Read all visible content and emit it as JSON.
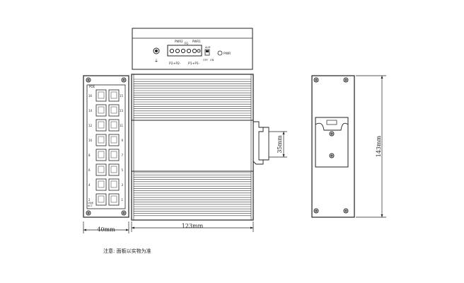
{
  "top_view": {
    "pwr2_label": "PWR2",
    "fg_label": "FG",
    "pwr1_label": "PWR1",
    "terminal_labels": "P2+P2-",
    "terminal_labels_b": "P1+P1-",
    "switch_on": "ON",
    "switch_off": "OFF",
    "switch_alm": "ALM",
    "led_label": "PWR"
  },
  "front_view": {
    "top_label": "POE",
    "left_ports": [
      "16",
      "14",
      "12",
      "10",
      "8",
      "6",
      "4",
      "2"
    ],
    "right_ports": [
      "15",
      "13",
      "11",
      "9",
      "7",
      "5",
      "3",
      "1"
    ],
    "bottom_labels": [
      "LINK",
      "ACT"
    ]
  },
  "dimensions": {
    "front_width": "40mm",
    "side_depth": "123mm",
    "din_rail": "35mm",
    "back_height": "143mm"
  },
  "note": "注意: 面板以实物为准"
}
